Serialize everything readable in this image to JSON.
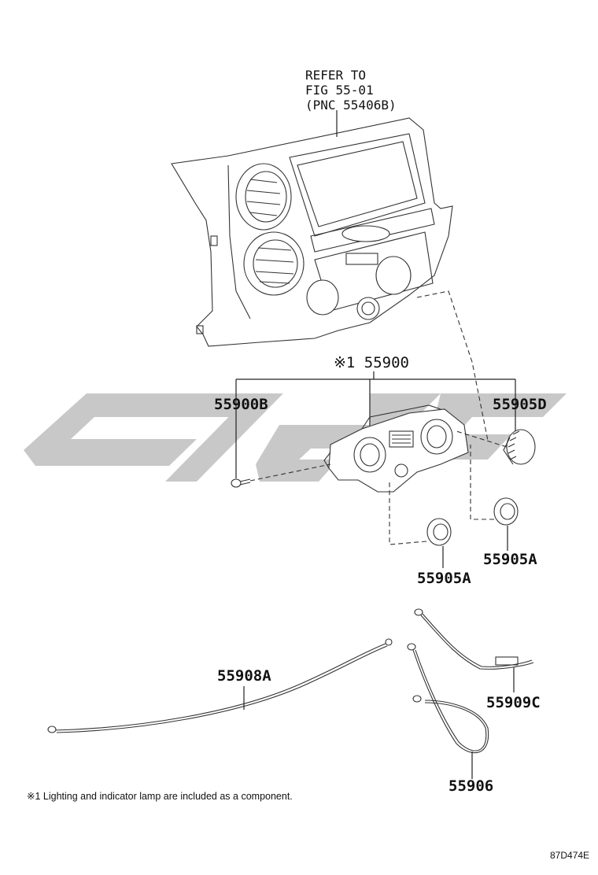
{
  "callout_ref": {
    "line1": "REFER TO",
    "line2": "FIG 55-01",
    "line3": "(PNC 55406B)"
  },
  "assembly_label": "※1 55900",
  "parts": {
    "p55900B": "55900B",
    "p55905D": "55905D",
    "p55905A_right": "55905A",
    "p55905A_center": "55905A",
    "p55908A": "55908A",
    "p55909C": "55909C",
    "p55906": "55906"
  },
  "footnote": "※1 Lighting and indicator lamp are included as a component.",
  "figure_code": "87D474E"
}
